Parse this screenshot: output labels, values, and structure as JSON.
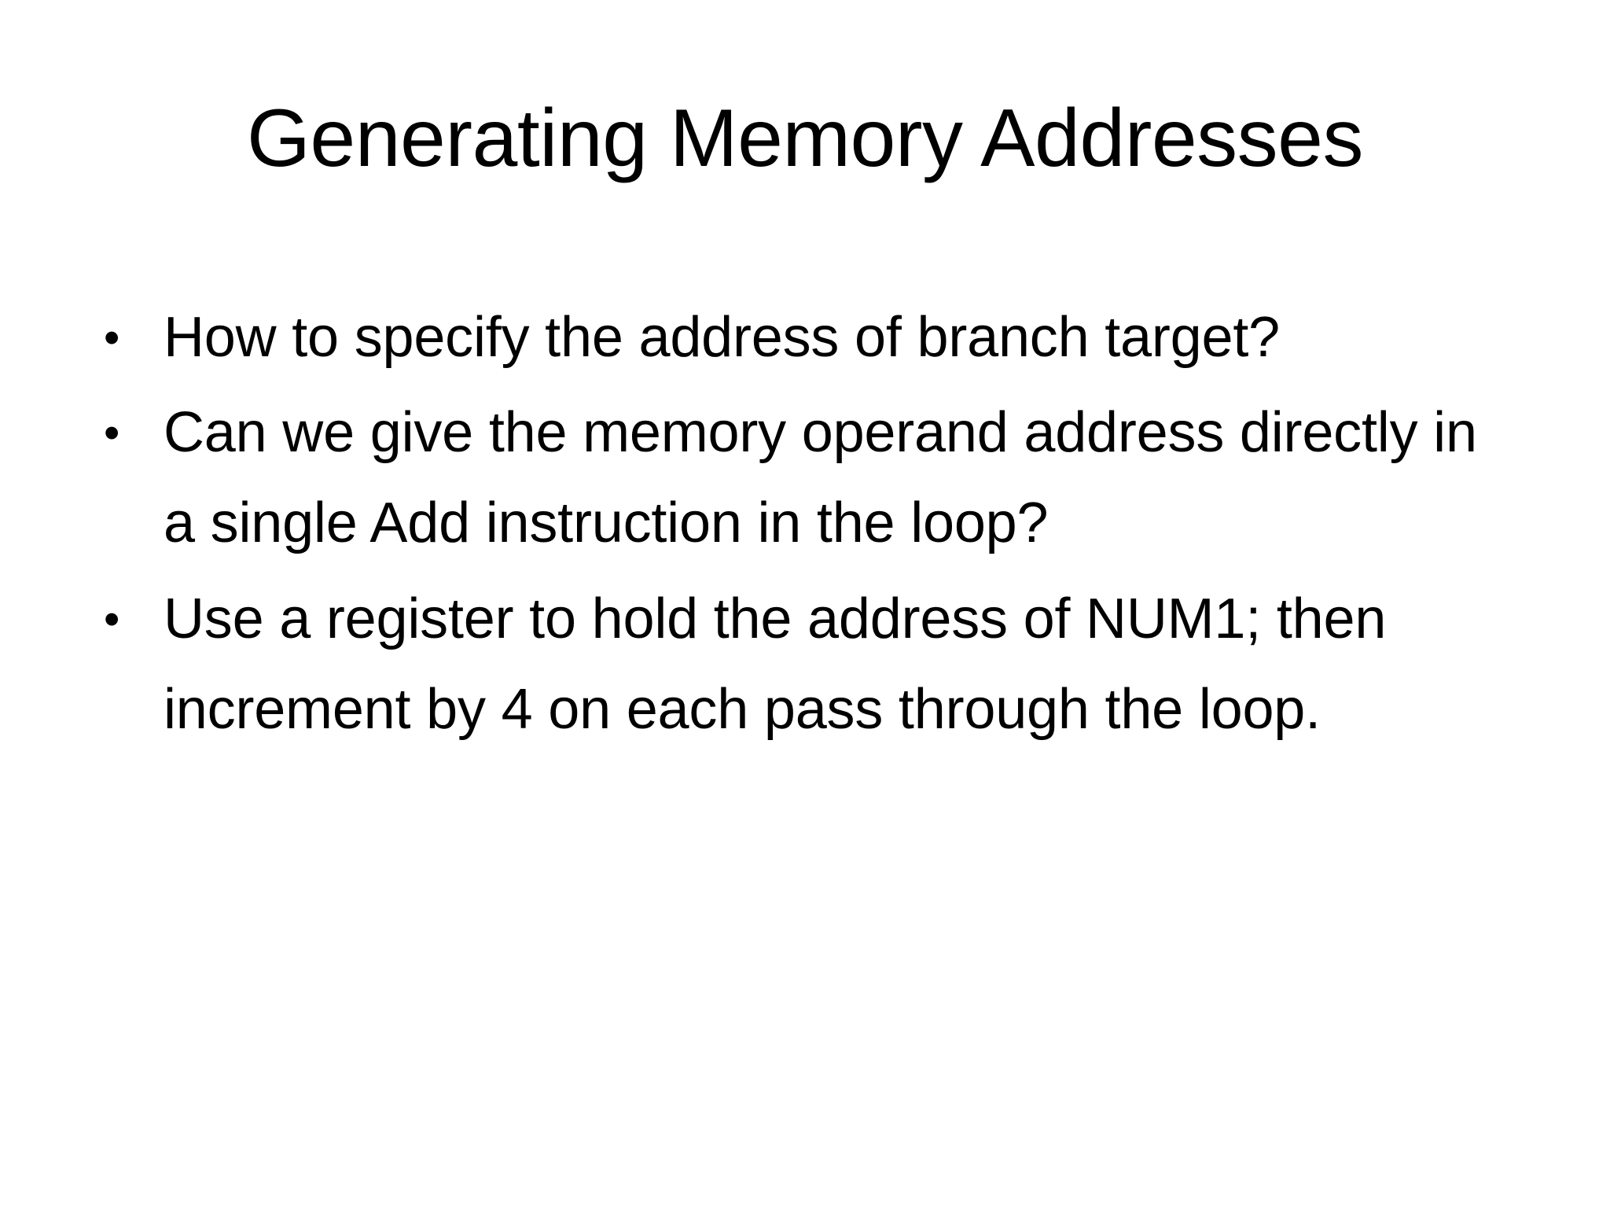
{
  "slide": {
    "title": "Generating Memory Addresses",
    "background_color": "#FFFFFF",
    "text_color": "#000000",
    "bullet_glyph": "•",
    "bullets": [
      {
        "text": "How to specify the address of branch target?"
      },
      {
        "text": "Can we give the memory operand address directly in a single Add instruction in the loop?"
      },
      {
        "text": "Use a register to hold the address of NUM1; then increment by 4 on each pass through the loop."
      }
    ]
  }
}
